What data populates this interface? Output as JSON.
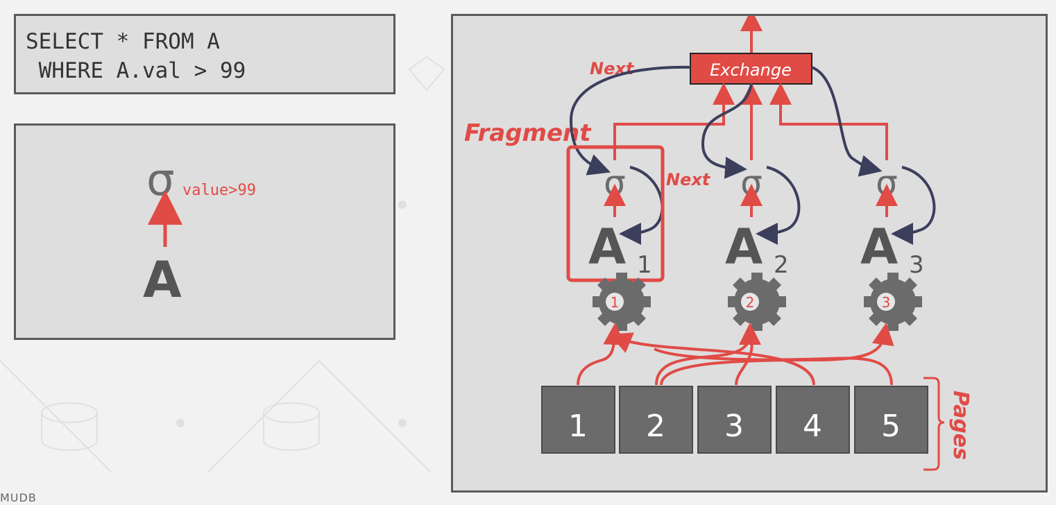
{
  "query": {
    "line1": "SELECT * FROM A",
    "line2": " WHERE A.val > 99"
  },
  "logical_plan": {
    "operator_symbol": "σ",
    "predicate": "value>99",
    "table": "A"
  },
  "physical_plan": {
    "exchange_label": "Exchange",
    "next_label_top": "Next",
    "next_label_mid": "Next",
    "fragment_label": "Fragment",
    "pages_label": "Pages",
    "fragments": [
      {
        "operator": "σ",
        "table": "A",
        "subscript": "1",
        "worker": "1"
      },
      {
        "operator": "σ",
        "table": "A",
        "subscript": "2",
        "worker": "2"
      },
      {
        "operator": "σ",
        "table": "A",
        "subscript": "3",
        "worker": "3"
      }
    ],
    "pages": [
      "1",
      "2",
      "3",
      "4",
      "5"
    ]
  },
  "footer": "MUDB",
  "colors": {
    "accent": "#e04b46",
    "dark_arrow": "#3b3f5c",
    "panel_bg": "#dedede",
    "border": "#5a5a5a",
    "page_fill": "#6b6b6b",
    "gear": "#6b6b6b"
  }
}
